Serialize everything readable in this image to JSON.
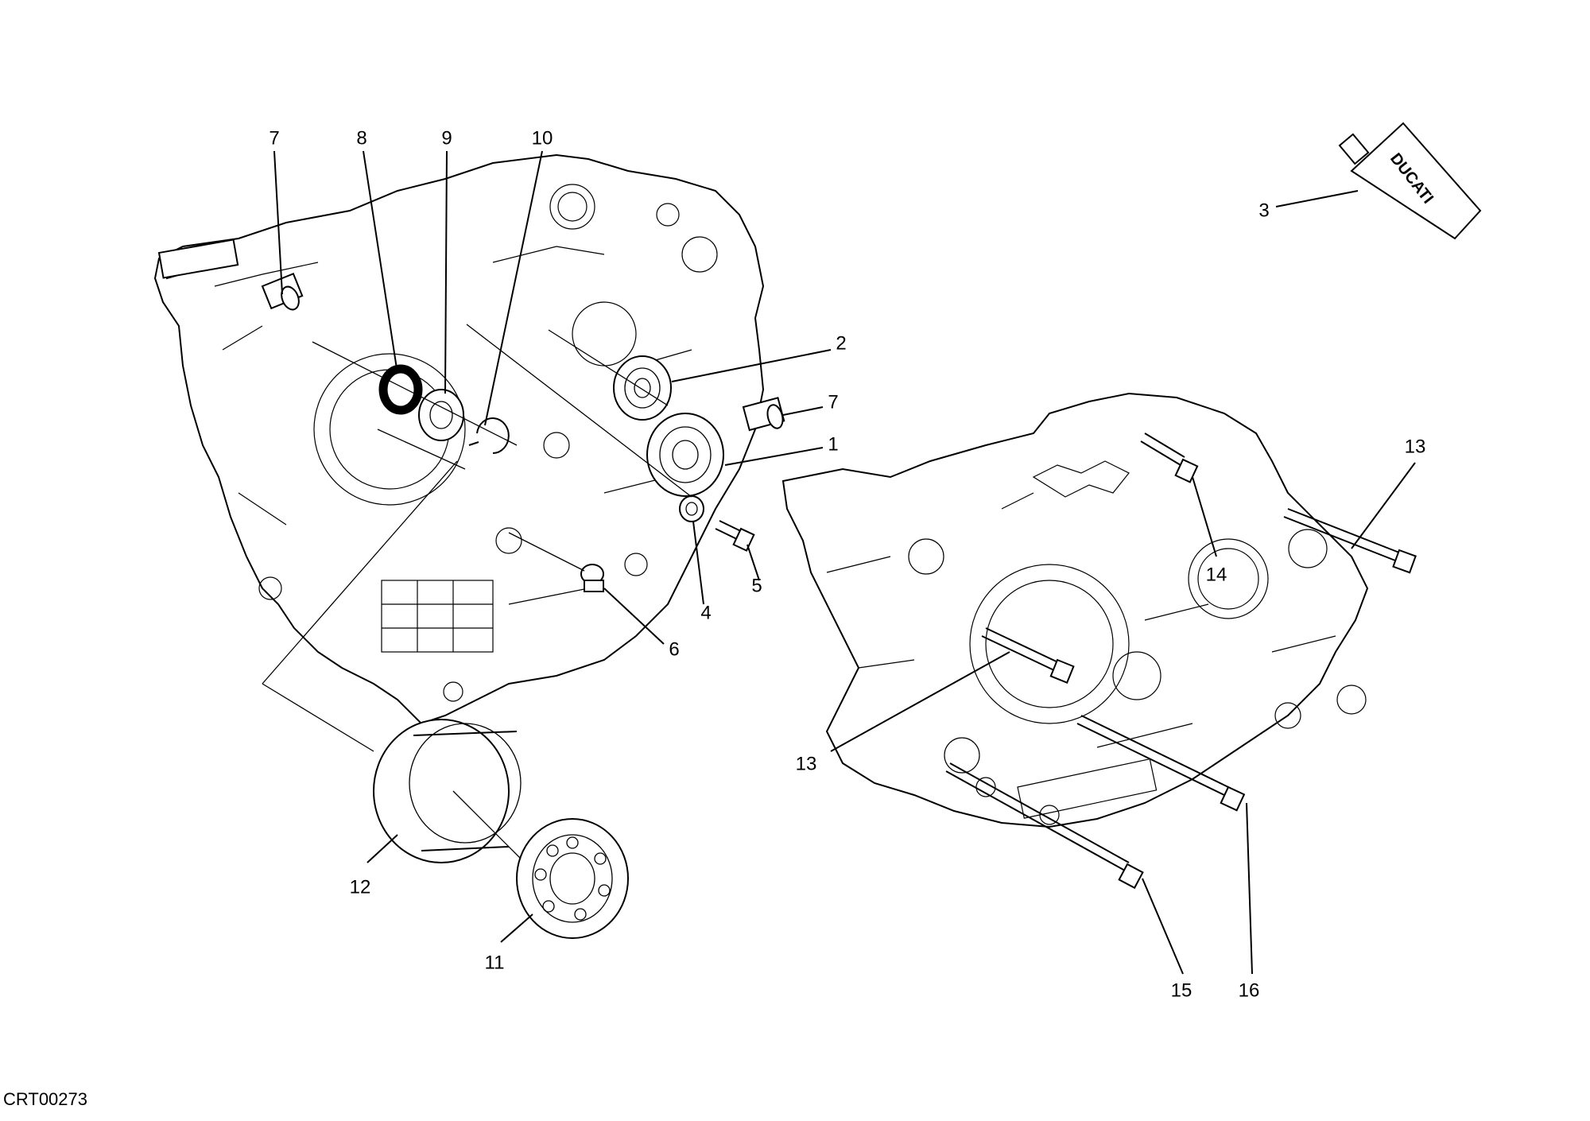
{
  "diagram": {
    "code": "CRT00273",
    "tube_brand": "DUCATI",
    "callouts": [
      "7",
      "8",
      "9",
      "10",
      "3",
      "2",
      "7",
      "1",
      "13",
      "14",
      "5",
      "4",
      "6",
      "13",
      "12",
      "11",
      "15",
      "16"
    ],
    "colors": {
      "ink": "#000000",
      "paper": "#ffffff"
    }
  }
}
